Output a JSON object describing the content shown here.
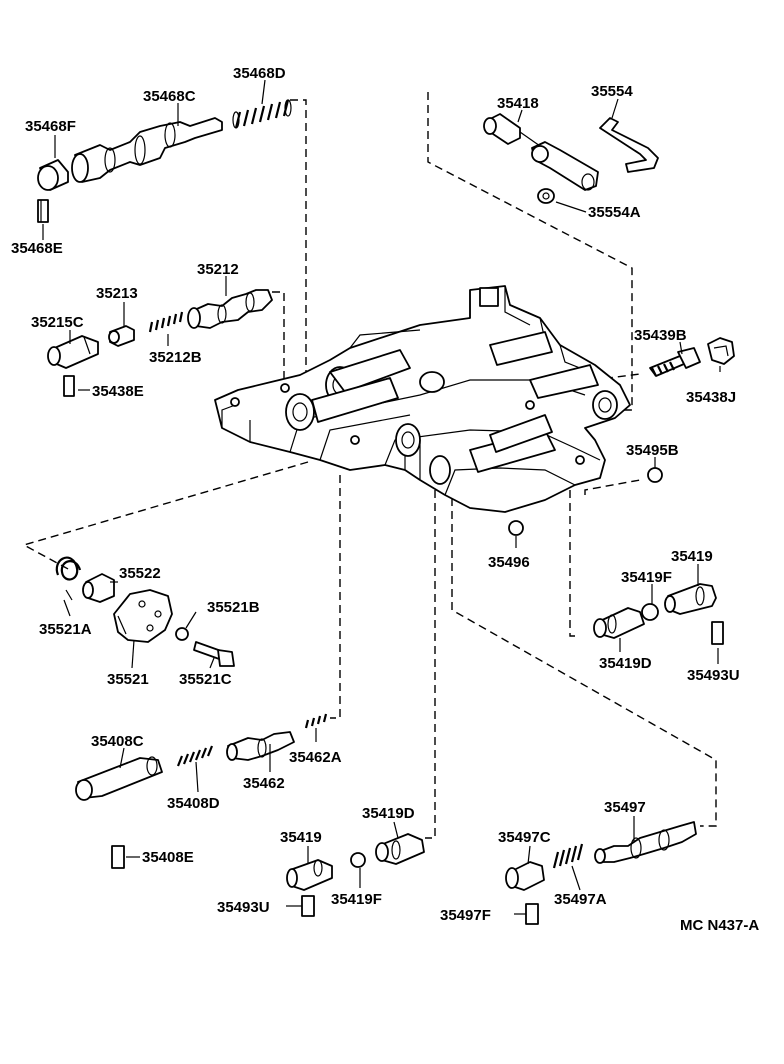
{
  "diagram_code": "MC N437-A",
  "labels": {
    "p35468D": "35468D",
    "p35468C": "35468C",
    "p35468F": "35468F",
    "p35468E": "35468E",
    "p35418": "35418",
    "p35554": "35554",
    "p35554A": "35554A",
    "p35212": "35212",
    "p35213": "35213",
    "p35215C": "35215C",
    "p35212B": "35212B",
    "p35438E": "35438E",
    "p35439B": "35439B",
    "p35438J": "35438J",
    "p35495B": "35495B",
    "p35496": "35496",
    "p35419a": "35419",
    "p35419Fa": "35419F",
    "p35419Da": "35419D",
    "p35493Ua": "35493U",
    "p35522": "35522",
    "p35521A": "35521A",
    "p35521B": "35521B",
    "p35521": "35521",
    "p35521C": "35521C",
    "p35408C": "35408C",
    "p35408D": "35408D",
    "p35462": "35462",
    "p35462A": "35462A",
    "p35408E": "35408E",
    "p35419b": "35419",
    "p35419Db": "35419D",
    "p35419Fb": "35419F",
    "p35493Ub": "35493U",
    "p35497": "35497",
    "p35497C": "35497C",
    "p35497A": "35497A",
    "p35497F": "35497F"
  }
}
